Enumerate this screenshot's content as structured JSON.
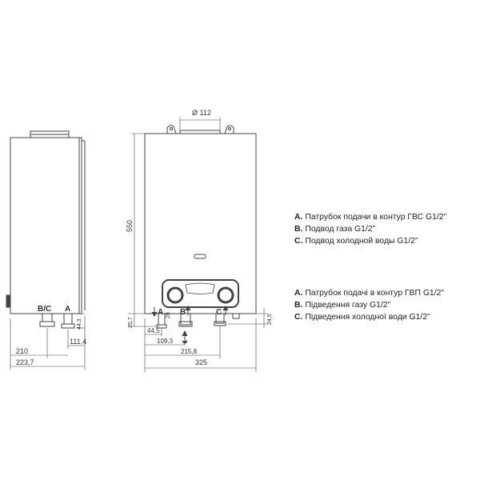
{
  "dimensions": {
    "diameter": "Ø 112",
    "height": "550",
    "width": "325",
    "side_depth_total": "223,7",
    "side_depth": "210",
    "side_depth_outlet": "111,4",
    "side_outlet_height": "44,3",
    "front_inlet_height": "25,7",
    "front_offset_a": "44,5",
    "front_offset_b": "109,3",
    "front_offset_c": "215,8",
    "front_right_height": "24,5",
    "small_label": "28"
  },
  "connection_labels": {
    "side_bc": "B/C",
    "side_a": "A",
    "front_a": "A",
    "front_b": "B",
    "front_c": "C"
  },
  "legend_ru": [
    {
      "key": "A.",
      "text": "Патрубок подачи в контур ГВС G1/2”"
    },
    {
      "key": "B.",
      "text": "Подвод газа G1/2”"
    },
    {
      "key": "C.",
      "text": "Подвод холодной воды G1/2”"
    }
  ],
  "legend_ua": [
    {
      "key": "A.",
      "text": "Патрубок подачі в контур ГВП G1/2”"
    },
    {
      "key": "B.",
      "text": "Підведення газу G1/2”"
    },
    {
      "key": "C.",
      "text": "Підведення холодної води G1/2”"
    }
  ],
  "colors": {
    "line": "#444444",
    "text": "#333333",
    "fill_dark": "#555555"
  }
}
